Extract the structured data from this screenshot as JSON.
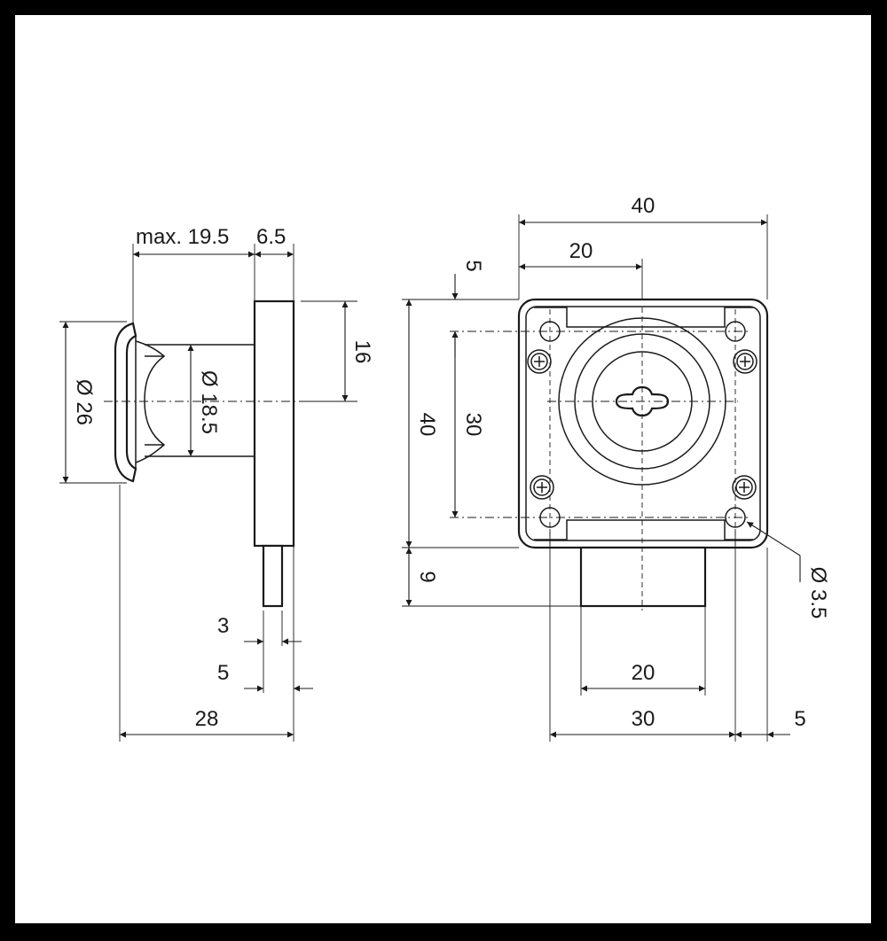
{
  "colors": {
    "frame": "#000000",
    "paper": "#ffffff",
    "ink": "#1a1a1a"
  },
  "side_view": {
    "max_label": "max. 19.5",
    "flange_thickness": "6.5",
    "flange_height": "16",
    "head_diameter": "Ø 26",
    "body_diameter": "Ø 18.5",
    "bolt_width": "3",
    "bolt_offset": "5",
    "overall_depth": "28"
  },
  "front_view": {
    "overall_width": "40",
    "half_width": "20",
    "top_hole_offset": "5",
    "overall_height": "40",
    "hole_spacing": "30",
    "bolt_projection": "9",
    "hole_diameter": "Ø 3.5",
    "bolt_width": "20",
    "hole_center_distance": "30",
    "edge_offset": "5"
  }
}
